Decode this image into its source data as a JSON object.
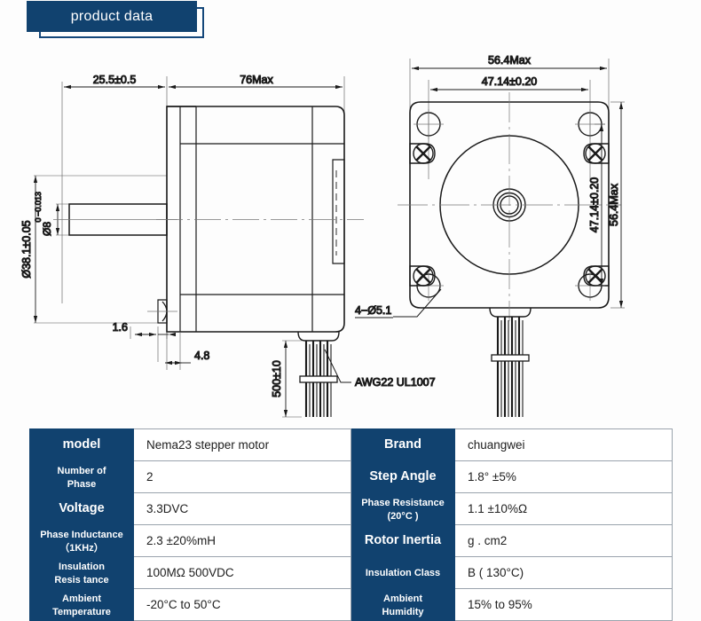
{
  "banner": {
    "title": "product data",
    "bg_color": "#11426f",
    "outline_color": "#14477a",
    "text_color": "#ffffff"
  },
  "drawing": {
    "side_view": {
      "dimensions": {
        "shaft_length": "25.5±0.5",
        "body_length": "76Max",
        "flange_diameter": "Ø38.1±0.05",
        "shaft_diameter_main": "Ø8",
        "shaft_tolerance_upper": "0",
        "shaft_tolerance_lower": "−0.013",
        "flat_depth": "1.6",
        "flat_length": "4.8",
        "lead_length": "500±10",
        "wire_spec": "AWG22  UL1007"
      }
    },
    "front_view": {
      "dimensions": {
        "body_width_top": "56.4Max",
        "bolt_circle_top": "47.14±0.20",
        "bolt_circle_right": "47.14±0.20",
        "body_height_right": "56.4Max",
        "mounting_holes": "4−Ø5.1"
      }
    }
  },
  "spec_table": {
    "rows": [
      {
        "label_left": "model",
        "label_left_style": "big",
        "value_left": "Nema23 stepper motor",
        "label_right": "Brand",
        "label_right_style": "big",
        "value_right": "chuangwei"
      },
      {
        "label_left": "Number of\nPhase",
        "label_left_style": "sm",
        "value_left": "2",
        "label_right": "Step Angle",
        "label_right_style": "big",
        "value_right": "1.8° ±5%"
      },
      {
        "label_left": "Voltage",
        "label_left_style": "big",
        "value_left": "3.3DVC",
        "label_right": "Phase Resistance\n(20°C )",
        "label_right_style": "sm",
        "value_right": "1.1 ±10%Ω"
      },
      {
        "label_left": "Phase Inductance\n（1KHz）",
        "label_left_style": "sm",
        "value_left": "2.3 ±20%mH",
        "label_right": "Rotor Inertia",
        "label_right_style": "big",
        "value_right": "g . cm2"
      },
      {
        "label_left": "Insulation\nResis tance",
        "label_left_style": "sm",
        "value_left": "100MΩ   500VDC",
        "label_right": "Insulation Class",
        "label_right_style": "sm",
        "value_right": "B ( 130°C)"
      },
      {
        "label_left": "Ambient\nTemperature",
        "label_left_style": "sm",
        "value_left": "-20°C to 50°C",
        "label_right": "Ambient\nHumidity",
        "label_right_style": "sm",
        "value_right": "15% to 95%"
      }
    ]
  }
}
